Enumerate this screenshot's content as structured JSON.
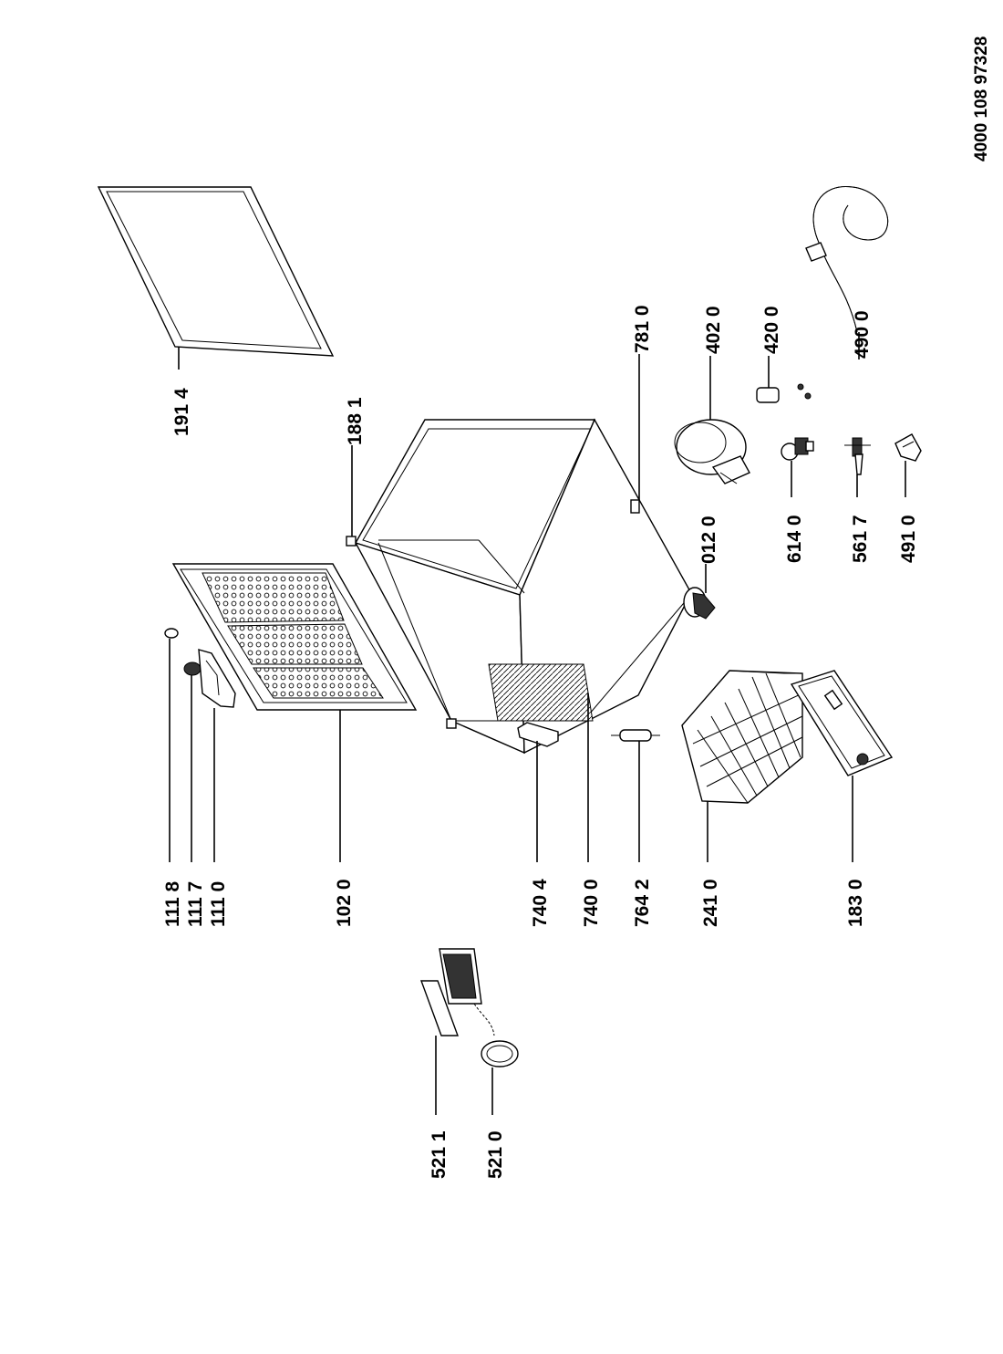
{
  "document_number": "4000 108 97328",
  "parts": [
    {
      "id": "1914",
      "label": "191 4"
    },
    {
      "id": "1881",
      "label": "188 1"
    },
    {
      "id": "7810",
      "label": "781 0"
    },
    {
      "id": "4020",
      "label": "402 0"
    },
    {
      "id": "4200",
      "label": "420 0"
    },
    {
      "id": "4900",
      "label": "490 0"
    },
    {
      "id": "0120",
      "label": "012 0"
    },
    {
      "id": "6140",
      "label": "614 0"
    },
    {
      "id": "5617",
      "label": "561 7"
    },
    {
      "id": "4910",
      "label": "491 0"
    },
    {
      "id": "1118",
      "label": "111 8"
    },
    {
      "id": "1117",
      "label": "111 7"
    },
    {
      "id": "1110",
      "label": "111 0"
    },
    {
      "id": "1020",
      "label": "102 0"
    },
    {
      "id": "7404",
      "label": "740 4"
    },
    {
      "id": "7400",
      "label": "740 0"
    },
    {
      "id": "7642",
      "label": "764 2"
    },
    {
      "id": "2410",
      "label": "241 0"
    },
    {
      "id": "1830",
      "label": "183 0"
    },
    {
      "id": "5211",
      "label": "521 1"
    },
    {
      "id": "5210",
      "label": "521 0"
    }
  ]
}
